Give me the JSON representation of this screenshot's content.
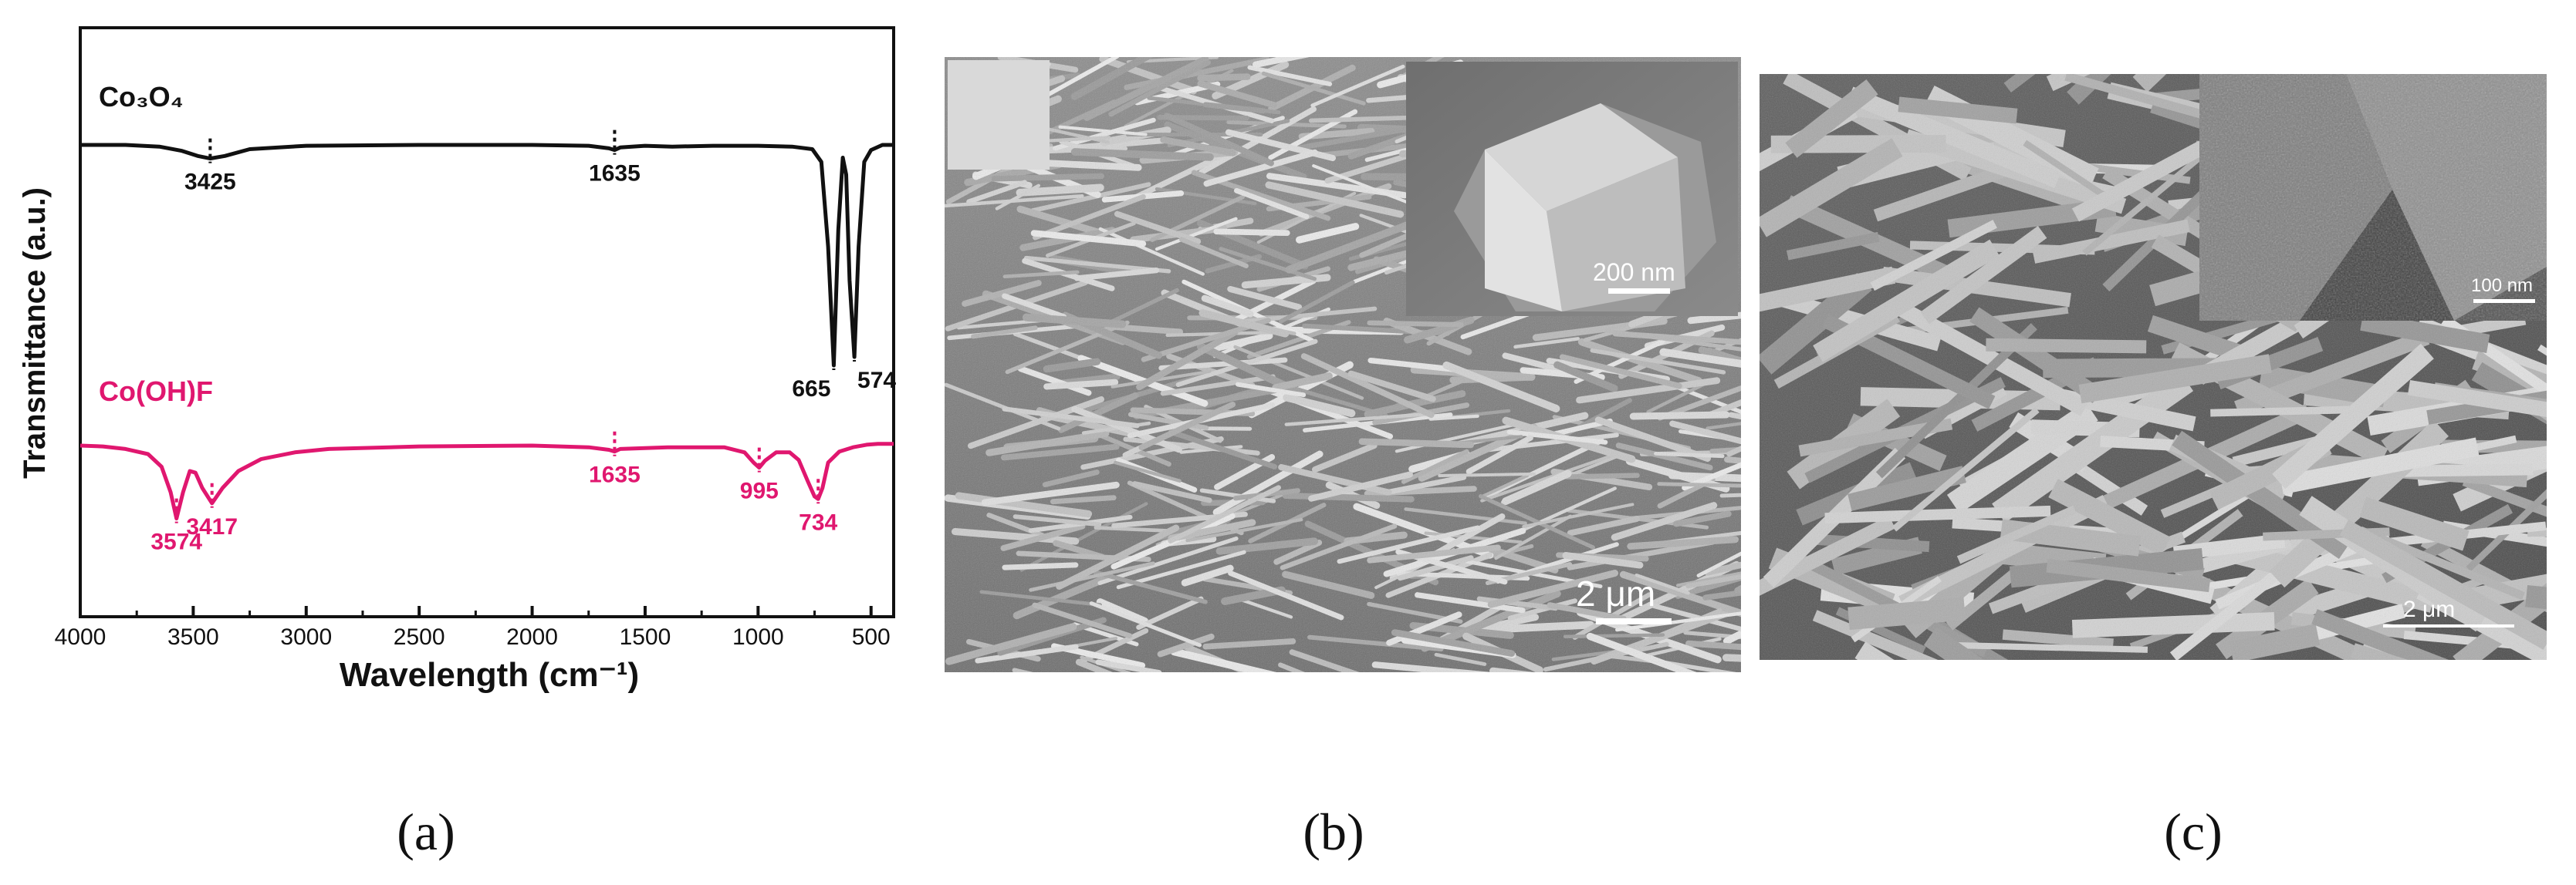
{
  "chart_data": {
    "type": "line",
    "xlabel": "Wavelength (cm⁻¹)",
    "ylabel": "Transmittance (a.u.)",
    "xlim": [
      4000,
      400
    ],
    "x_reversed": true,
    "x_ticks": [
      4000,
      3500,
      3000,
      2500,
      2000,
      1500,
      1000,
      500
    ],
    "y_ticks_shown": false,
    "grid": false,
    "series": [
      {
        "name": "Co3O4",
        "name_text": "Co₃O₄",
        "color": "#111111",
        "x": [
          4000,
          3800,
          3650,
          3550,
          3480,
          3425,
          3360,
          3250,
          3000,
          2500,
          2000,
          1750,
          1660,
          1635,
          1610,
          1500,
          1380,
          1200,
          1000,
          850,
          760,
          720,
          690,
          665,
          645,
          625,
          610,
          595,
          574,
          555,
          530,
          500,
          450,
          400
        ],
        "y": [
          0.0,
          0.0,
          -0.02,
          -0.07,
          -0.13,
          -0.16,
          -0.13,
          -0.05,
          -0.01,
          0.0,
          0.0,
          -0.01,
          -0.04,
          -0.06,
          -0.03,
          -0.01,
          -0.02,
          -0.01,
          -0.01,
          -0.02,
          -0.05,
          -0.2,
          -1.2,
          -2.6,
          -1.0,
          -0.15,
          -0.35,
          -1.6,
          -2.5,
          -1.2,
          -0.2,
          -0.06,
          0.0,
          0.0
        ],
        "peak_labels": [
          "3425",
          "1635",
          "665",
          "574"
        ],
        "peak_positions": [
          3425,
          1635,
          665,
          574
        ]
      },
      {
        "name": "Co(OH)F",
        "name_text": "Co(OH)F",
        "color": "#e0176f",
        "x": [
          4000,
          3900,
          3800,
          3700,
          3640,
          3600,
          3574,
          3545,
          3515,
          3490,
          3460,
          3417,
          3370,
          3300,
          3200,
          3050,
          2900,
          2500,
          2000,
          1750,
          1660,
          1635,
          1610,
          1400,
          1150,
          1060,
          1020,
          995,
          970,
          920,
          860,
          820,
          780,
          750,
          734,
          715,
          690,
          640,
          580,
          520,
          470,
          400
        ],
        "y": [
          0.0,
          -0.01,
          -0.04,
          -0.1,
          -0.25,
          -0.55,
          -0.86,
          -0.55,
          -0.3,
          -0.32,
          -0.5,
          -0.68,
          -0.5,
          -0.3,
          -0.16,
          -0.08,
          -0.04,
          -0.01,
          0.0,
          -0.02,
          -0.05,
          -0.07,
          -0.04,
          -0.02,
          -0.02,
          -0.08,
          -0.2,
          -0.26,
          -0.18,
          -0.08,
          -0.08,
          -0.17,
          -0.42,
          -0.6,
          -0.63,
          -0.5,
          -0.2,
          -0.07,
          -0.02,
          0.01,
          0.02,
          0.02
        ],
        "peak_labels": [
          "3574",
          "3417",
          "1635",
          "995",
          "734"
        ],
        "peak_positions": [
          3574,
          3417,
          1635,
          995,
          734
        ]
      }
    ]
  },
  "sem_b": {
    "scale_main": "2 μm",
    "scale_inset": "200 nm"
  },
  "sem_c": {
    "scale_main": "2 μm",
    "scale_inset": "100 nm"
  },
  "labels": {
    "a": "(a)",
    "b": "(b)",
    "c": "(c)"
  }
}
